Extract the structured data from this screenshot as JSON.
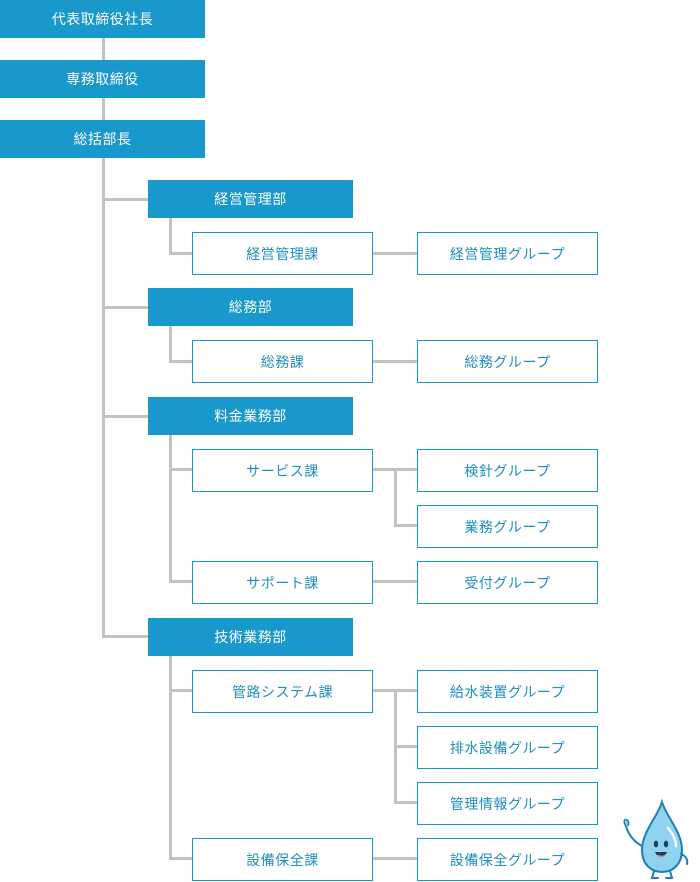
{
  "executives": {
    "ceo": "代表取締役社長",
    "managing_director": "専務取締役",
    "general_manager": "総括部長"
  },
  "departments": {
    "management": {
      "name": "経営管理部",
      "section": "経営管理課",
      "groups": [
        "経営管理グループ"
      ]
    },
    "general_affairs": {
      "name": "総務部",
      "section": "総務課",
      "groups": [
        "総務グループ"
      ]
    },
    "billing": {
      "name": "料金業務部",
      "sections": [
        {
          "name": "サービス課",
          "groups": [
            "検針グループ",
            "業務グループ"
          ]
        },
        {
          "name": "サポート課",
          "groups": [
            "受付グループ"
          ]
        }
      ]
    },
    "technical": {
      "name": "技術業務部",
      "sections": [
        {
          "name": "管路システム課",
          "groups": [
            "給水装置グループ",
            "排水設備グループ",
            "管理情報グループ"
          ]
        },
        {
          "name": "設備保全課",
          "groups": [
            "設備保全グループ"
          ]
        }
      ]
    }
  },
  "colors": {
    "primary": "#1998cc",
    "connector": "#c3c3c3",
    "mascot": "#8fd3f0"
  },
  "icons": {
    "mascot": "water-drop-mascot-icon"
  }
}
